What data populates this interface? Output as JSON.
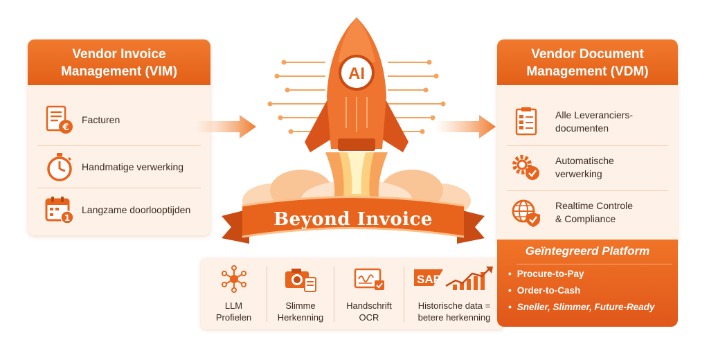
{
  "left_panel": {
    "title_line1": "Vendor Invoice",
    "title_line2": "Management (VIM)",
    "items": [
      {
        "label": "Facturen",
        "icon": "invoice-euro-icon"
      },
      {
        "label": "Handmatige verwerking",
        "icon": "stopwatch-icon"
      },
      {
        "label": "Langzame doorlooptijden",
        "icon": "calendar-icon"
      }
    ]
  },
  "center": {
    "rocket_badge": "AI",
    "banner": "Beyond Invoice"
  },
  "features": [
    {
      "line1": "LLM",
      "line2": "Profielen",
      "icon": "neural-network-icon"
    },
    {
      "line1": "Slimme",
      "line2": "Herkenning",
      "icon": "camera-document-icon"
    },
    {
      "line1": "Handschrift",
      "line2": "OCR",
      "icon": "handwriting-check-icon"
    },
    {
      "line1": "Historische data =",
      "line2": "betere herkenning",
      "icon": "sap-growth-chart-icon",
      "sap_text": "SAP"
    }
  ],
  "right_panel": {
    "title_line1": "Vendor Document",
    "title_line2": "Management (VDM)",
    "items": [
      {
        "line1": "Alle Leveranciers-",
        "line2": "documenten",
        "icon": "documents-icon"
      },
      {
        "line1": "Automatische",
        "line2": "verwerking",
        "icon": "gears-check-icon"
      },
      {
        "line1": "Realtime Controle",
        "line2": "& Compliance",
        "icon": "globe-shield-icon"
      }
    ],
    "platform": {
      "title": "Geïntegreerd Platform",
      "bullets": [
        "Procure-to-Pay",
        "Order-to-Cash",
        "Sneller, Slimmer, Future-Ready"
      ]
    }
  },
  "colors": {
    "accent": "#e8631c",
    "accent_light": "#f5a45e",
    "panel_bg": "#fdf1e8",
    "text": "#3a2a1e"
  }
}
